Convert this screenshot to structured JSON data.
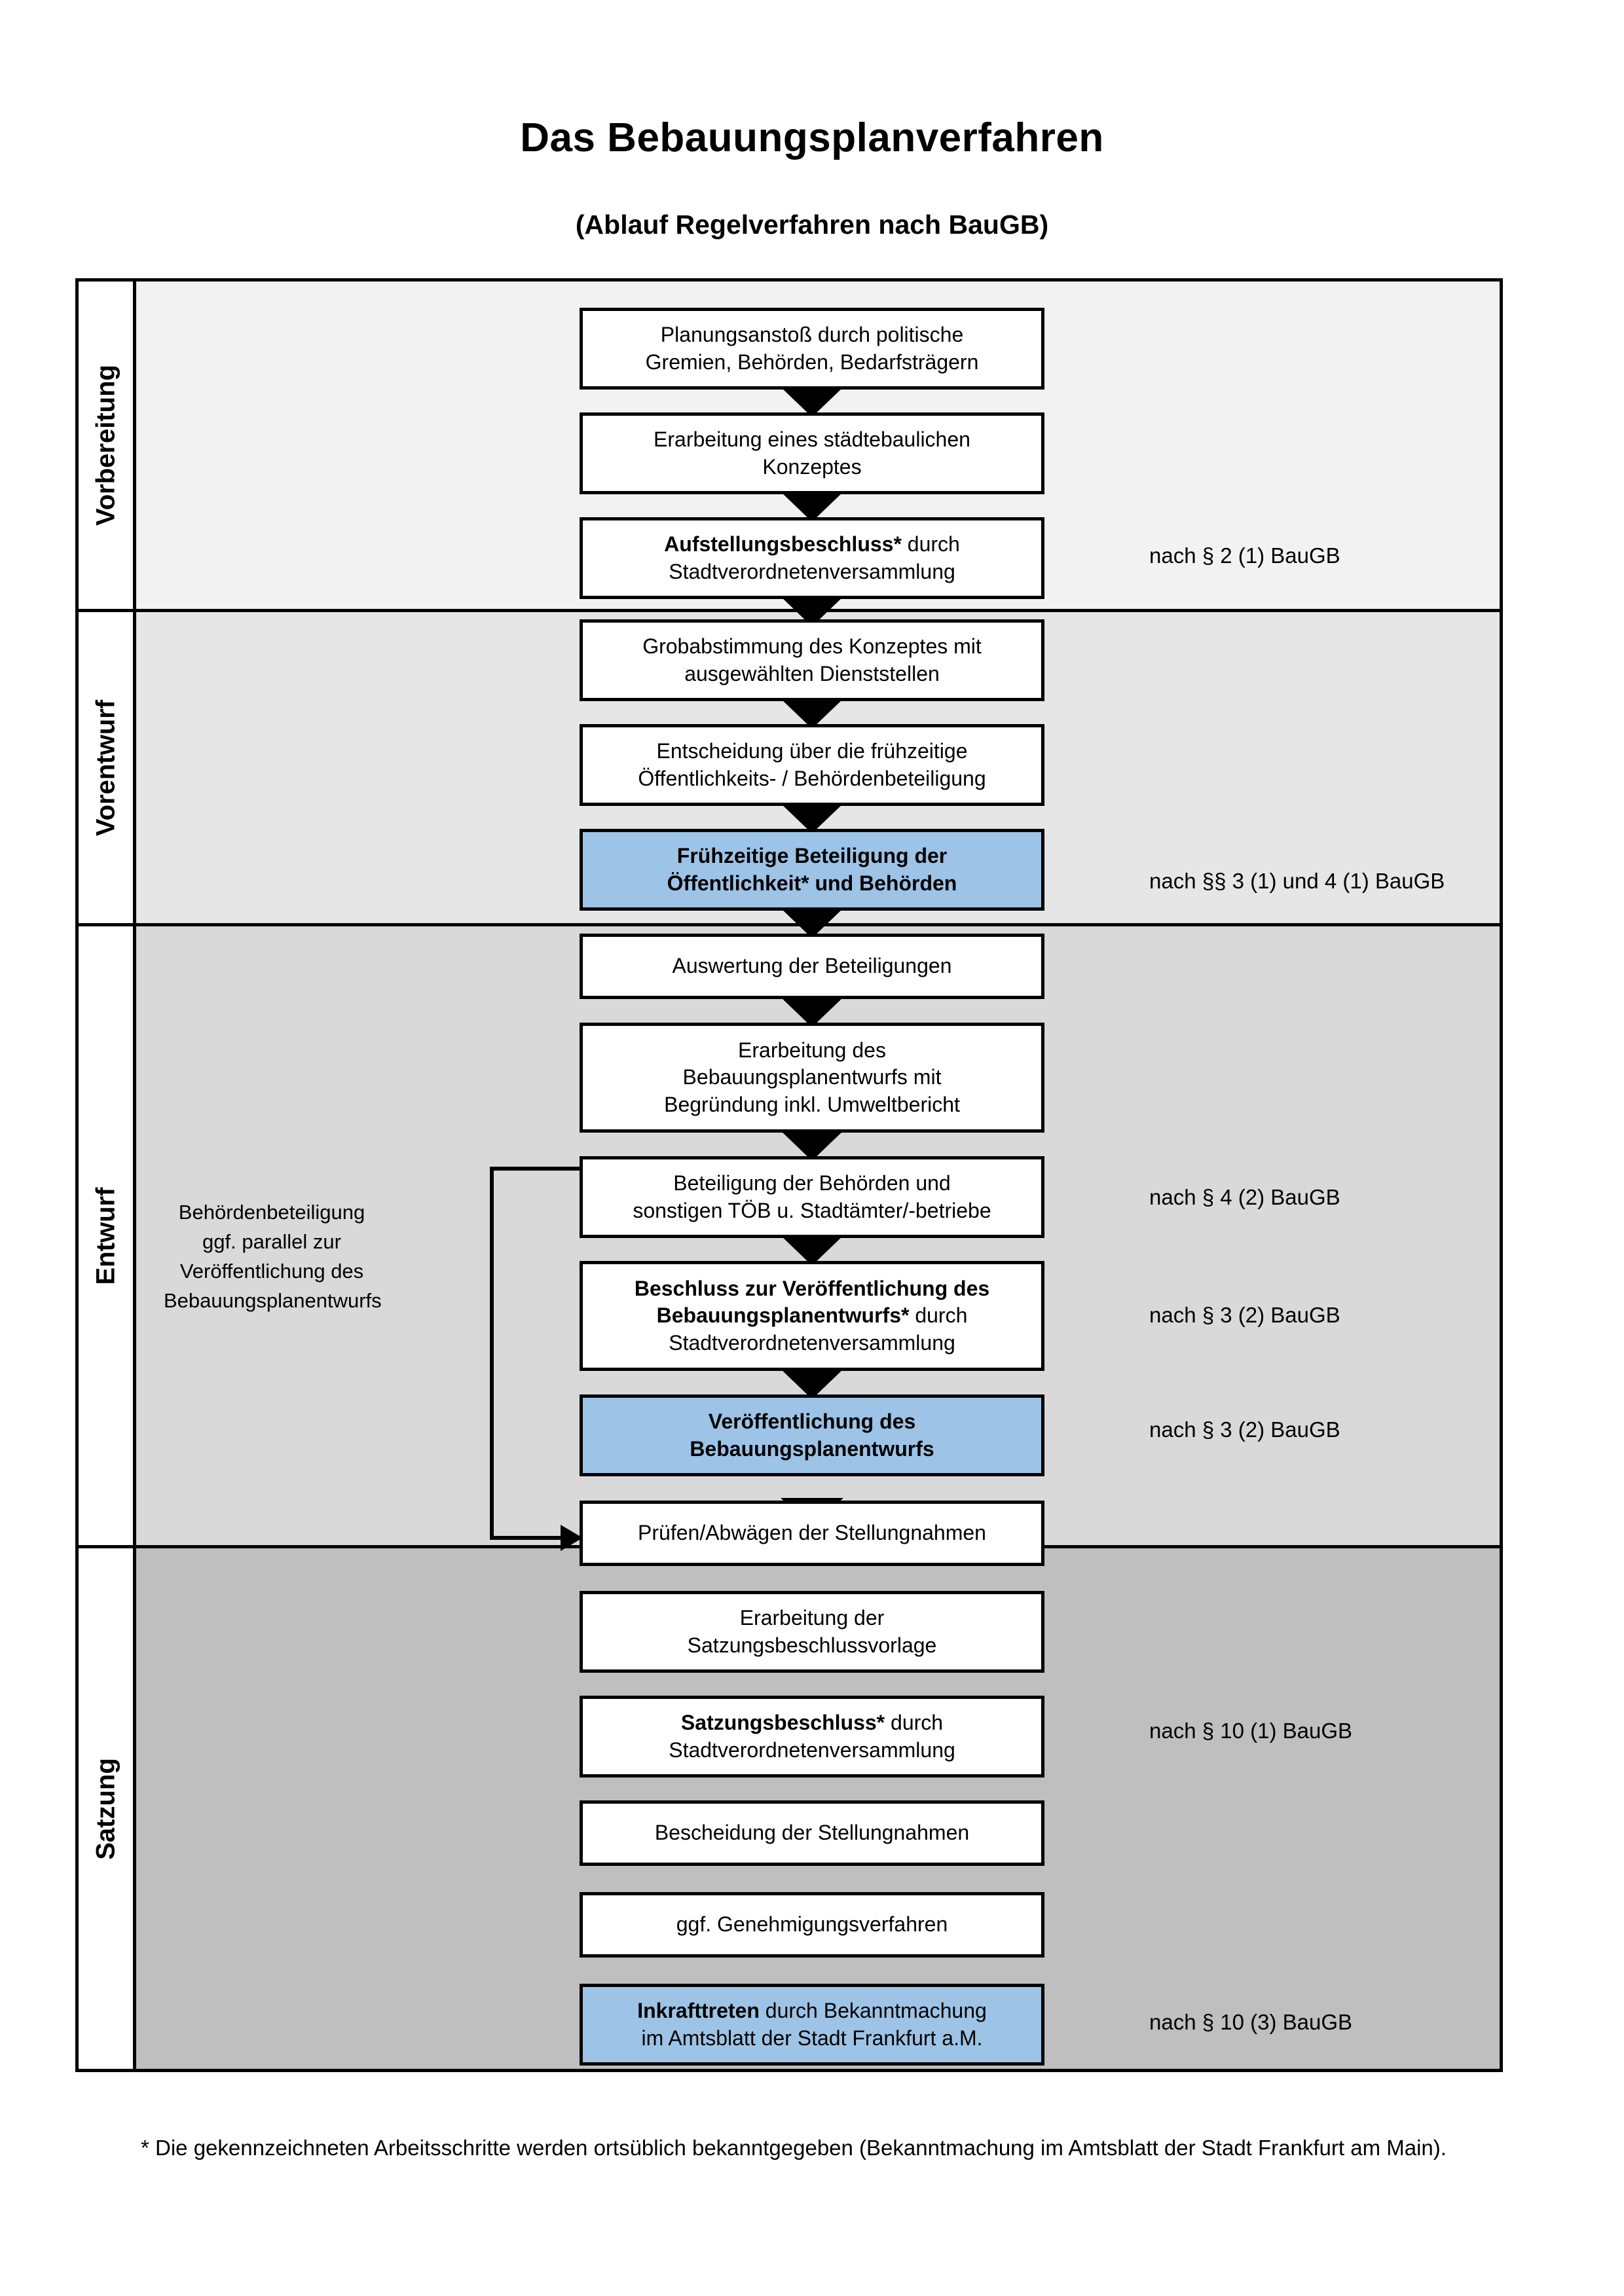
{
  "header": {
    "title": "Das Bebauungsplanverfahren",
    "subtitle": "(Ablauf Regelverfahren nach BauGB)"
  },
  "colors": {
    "highlight": "#9DC3E6",
    "band_vorbereitung": "#F2F2F2",
    "band_vorentwurf": "#E6E6E6",
    "band_entwurf": "#D9D9D9",
    "band_satzung": "#BFBFBF",
    "line": "#000000"
  },
  "phases": [
    {
      "id": "vorbereitung",
      "label": "Vorbereitung"
    },
    {
      "id": "vorentwurf",
      "label": "Vorentwurf"
    },
    {
      "id": "entwurf",
      "label": "Entwurf"
    },
    {
      "id": "satzung",
      "label": "Satzung"
    }
  ],
  "steps": [
    {
      "id": "planungsanstoss",
      "phase": "vorbereitung",
      "highlight": false,
      "line1": "Planungsanstoß durch politische",
      "line2": "Gremien, Behörden, Bedarfsträgern"
    },
    {
      "id": "staedtebauliches-konzept",
      "phase": "vorbereitung",
      "highlight": false,
      "line1": "Erarbeitung eines städtebaulichen",
      "line2": "Konzeptes"
    },
    {
      "id": "aufstellungsbeschluss",
      "phase": "vorbereitung",
      "highlight": false,
      "bold1": "Aufstellungsbeschluss*",
      "rest1": " durch",
      "line2": "Stadtverordnetenversammlung"
    },
    {
      "id": "grobabstimmung",
      "phase": "vorentwurf",
      "highlight": false,
      "line1": "Grobabstimmung des Konzeptes mit",
      "line2": "ausgewählten Dienststellen"
    },
    {
      "id": "entscheidung-fruehzeitige",
      "phase": "vorentwurf",
      "highlight": false,
      "line1": "Entscheidung über die frühzeitige",
      "line2": "Öffentlichkeits- / Behördenbeteiligung"
    },
    {
      "id": "fruehzeitige-beteiligung",
      "phase": "vorentwurf",
      "highlight": true,
      "bold1": "Frühzeitige Beteiligung der",
      "bold2": "Öffentlichkeit* und Behörden"
    },
    {
      "id": "auswertung-beteiligungen",
      "phase": "entwurf",
      "highlight": false,
      "line1": "Auswertung der Beteiligungen"
    },
    {
      "id": "erarbeitung-bplan-entwurf",
      "phase": "entwurf",
      "highlight": false,
      "line1": "Erarbeitung des",
      "line2": "Bebauungsplanentwurfs mit",
      "line3": "Begründung inkl. Umweltbericht"
    },
    {
      "id": "beteiligung-behoerden-toeb",
      "phase": "entwurf",
      "highlight": false,
      "line1": "Beteiligung der Behörden und",
      "line2": "sonstigen TÖB u. Stadtämter/-betriebe"
    },
    {
      "id": "beschluss-veroeffentlichung",
      "phase": "entwurf",
      "highlight": false,
      "bold1": "Beschluss zur Veröffentlichung des",
      "bold2": "Bebauungsplanentwurfs*",
      "rest2": " durch",
      "line3": "Stadtverordnetenversammlung"
    },
    {
      "id": "veroeffentlichung-bplan-entwurf",
      "phase": "entwurf",
      "highlight": true,
      "bold1": "Veröffentlichung des",
      "bold2": "Bebauungsplanentwurfs"
    },
    {
      "id": "pruefen-abwaegen",
      "phase": "satzung",
      "highlight": false,
      "line1": "Prüfen/Abwägen der Stellungnahmen"
    },
    {
      "id": "satzungsbeschlussvorlage",
      "phase": "satzung",
      "highlight": false,
      "line1": "Erarbeitung der",
      "line2": "Satzungsbeschlussvorlage"
    },
    {
      "id": "satzungsbeschluss",
      "phase": "satzung",
      "highlight": false,
      "bold1": "Satzungsbeschluss*",
      "rest1": " durch",
      "line2": "Stadtverordnetenversammlung"
    },
    {
      "id": "bescheidung-stellungnahmen",
      "phase": "satzung",
      "highlight": false,
      "line1": "Bescheidung der Stellungnahmen"
    },
    {
      "id": "genehmigungsverfahren",
      "phase": "satzung",
      "highlight": false,
      "line1": "ggf. Genehmigungsverfahren"
    },
    {
      "id": "inkrafttreten",
      "phase": "satzung",
      "highlight": true,
      "bold1": "Inkrafttreten",
      "rest1": " durch Bekanntmachung",
      "line2": "im Amtsblatt der Stadt Frankfurt a.M."
    }
  ],
  "side_note": {
    "line1": "Behördenbeteiligung",
    "line2": "ggf. parallel zur",
    "line3": "Veröffentlichung des",
    "line4": "Bebauungsplanentwurfs"
  },
  "legal_refs": [
    {
      "id": "ref-par2-1",
      "text": "nach § 2 (1) BauGB"
    },
    {
      "id": "ref-par3-1-4-1",
      "text": "nach §§ 3 (1) und 4 (1) BauGB"
    },
    {
      "id": "ref-par4-2",
      "text": "nach § 4 (2) BauGB"
    },
    {
      "id": "ref-par3-2-a",
      "text": "nach § 3 (2) BauGB"
    },
    {
      "id": "ref-par3-2-b",
      "text": "nach § 3 (2) BauGB"
    },
    {
      "id": "ref-par10-1",
      "text": "nach § 10 (1) BauGB"
    },
    {
      "id": "ref-par10-3",
      "text": "nach § 10 (3) BauGB"
    }
  ],
  "footnote": {
    "text": "* Die gekennzeichneten Arbeitsschritte werden ortsüblich bekanntgegeben (Bekanntmachung im Amtsblatt  der Stadt Frankfurt am Main)."
  }
}
